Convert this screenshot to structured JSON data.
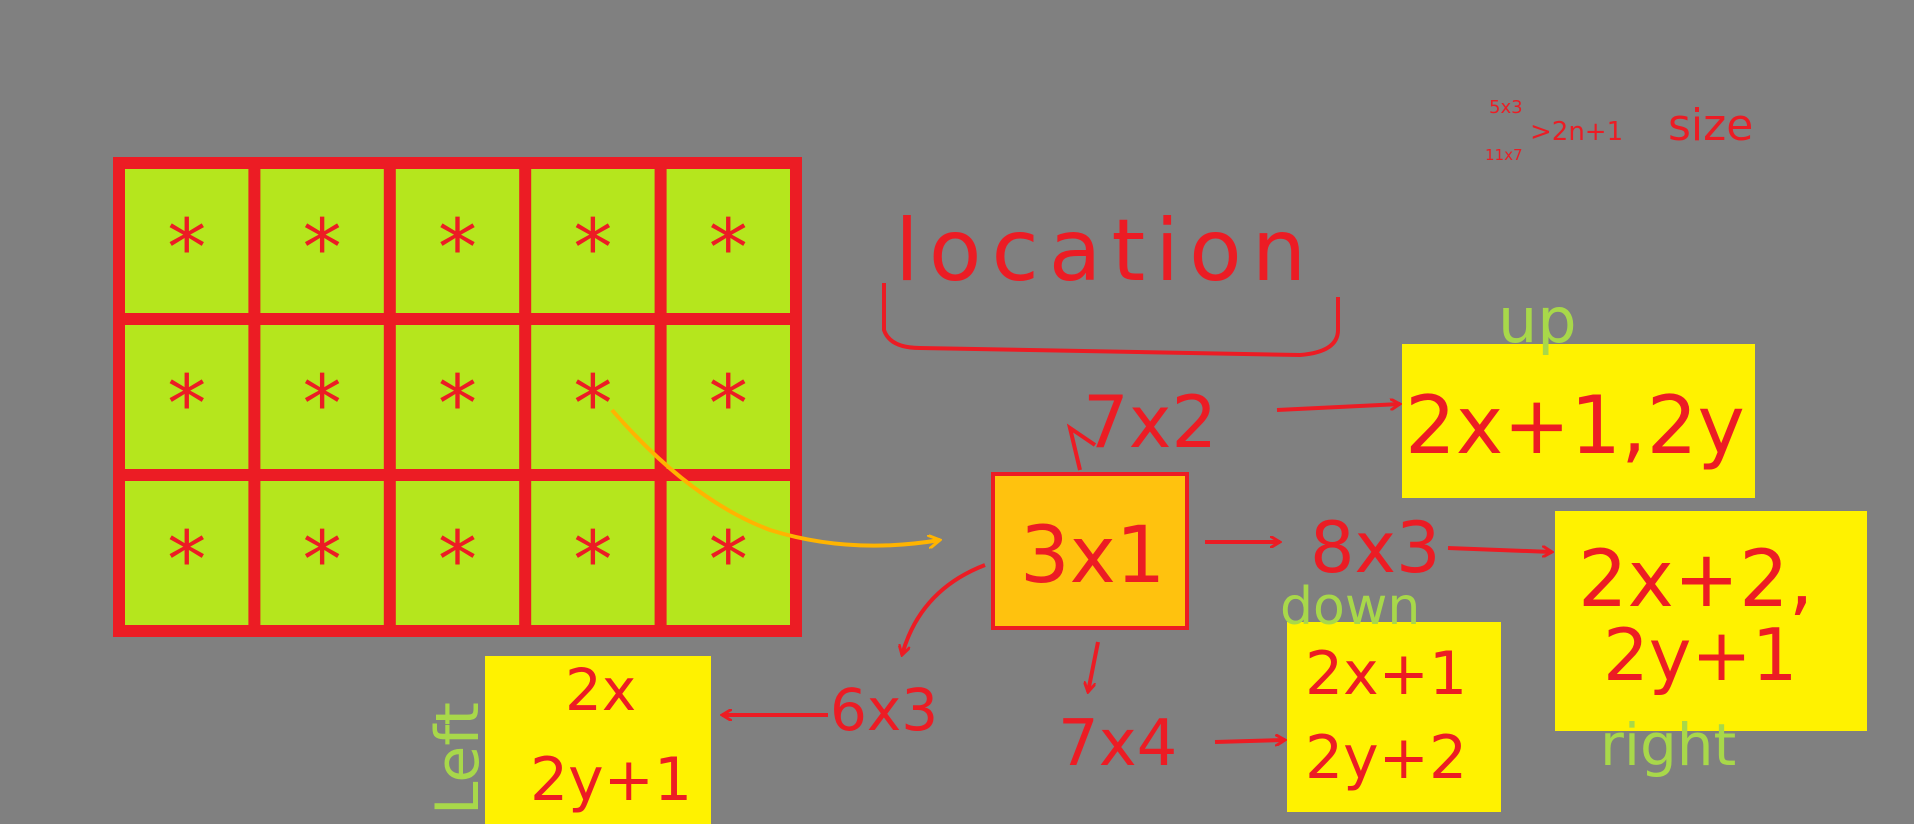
{
  "colors": {
    "background": "#808080",
    "grid_border": "#ec1c24",
    "grid_cell": "#b5e61d",
    "ink_red": "#ec1c24",
    "ink_green": "#a8d84a",
    "ink_orange": "#ffb400",
    "center_box": "#ffc20e",
    "result_box": "#fff200"
  },
  "grid": {
    "rows": 3,
    "cols": 5,
    "cell_symbol": "*"
  },
  "size_note": {
    "line1": "5x3",
    "line2": "11x7",
    "formula": ">2n+1",
    "word": "size"
  },
  "location_label": "location",
  "center": {
    "label": "3x1"
  },
  "neighbors": {
    "up": {
      "coord": "7x2",
      "formula": "2x+1,2y",
      "direction": "up"
    },
    "right": {
      "coord": "8x3",
      "formula_line1": "2x+2,",
      "formula_line2": "2y+1",
      "direction": "right"
    },
    "down": {
      "coord": "7x4",
      "formula_line1": "2x+1",
      "formula_line2": "2y+2",
      "direction": "down"
    },
    "left": {
      "coord": "6x3",
      "formula_line1": "2x",
      "formula_line2": "2y+1",
      "direction": "Left"
    }
  }
}
